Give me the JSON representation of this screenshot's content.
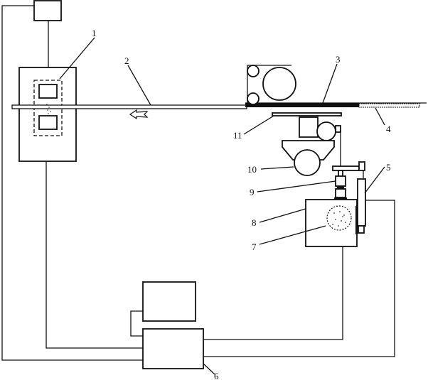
{
  "diagram": {
    "type": "patent schematic",
    "labels": {
      "l1": "1",
      "l2": "2",
      "l3": "3",
      "l4": "4",
      "l5": "5",
      "l6": "6",
      "l7": "7",
      "l8": "8",
      "l9": "9",
      "l10": "10",
      "l11": "11"
    },
    "colors": {
      "ink": "#111111",
      "background": "#ffffff"
    }
  }
}
